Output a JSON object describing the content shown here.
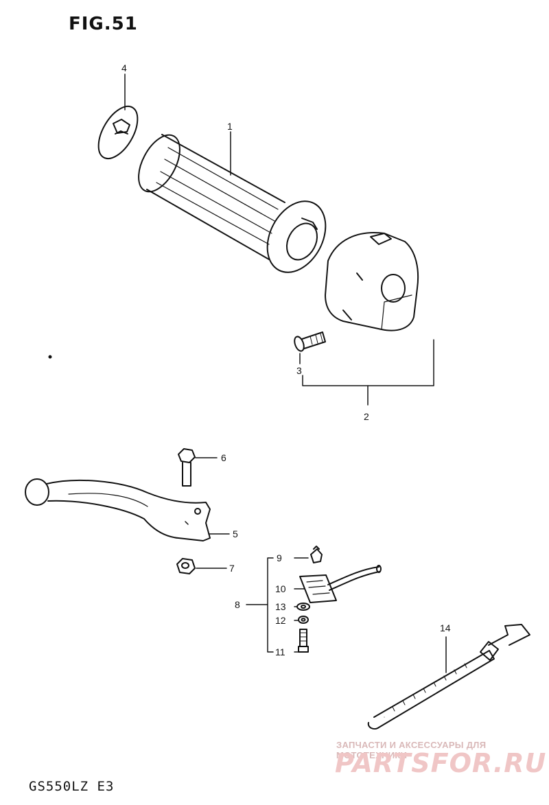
{
  "figure": {
    "title": "FIG.51",
    "model_code": "GS550LZ E3",
    "watermark": {
      "line1": "ЗАПЧАСТИ И АКСЕССУАРЫ ДЛЯ МОТОТЕХНИКИ",
      "line2": "PARTSFOR.RU"
    }
  },
  "callouts": [
    "1",
    "2",
    "3",
    "4",
    "5",
    "6",
    "7",
    "8",
    "9",
    "10",
    "11",
    "12",
    "13",
    "14"
  ]
}
